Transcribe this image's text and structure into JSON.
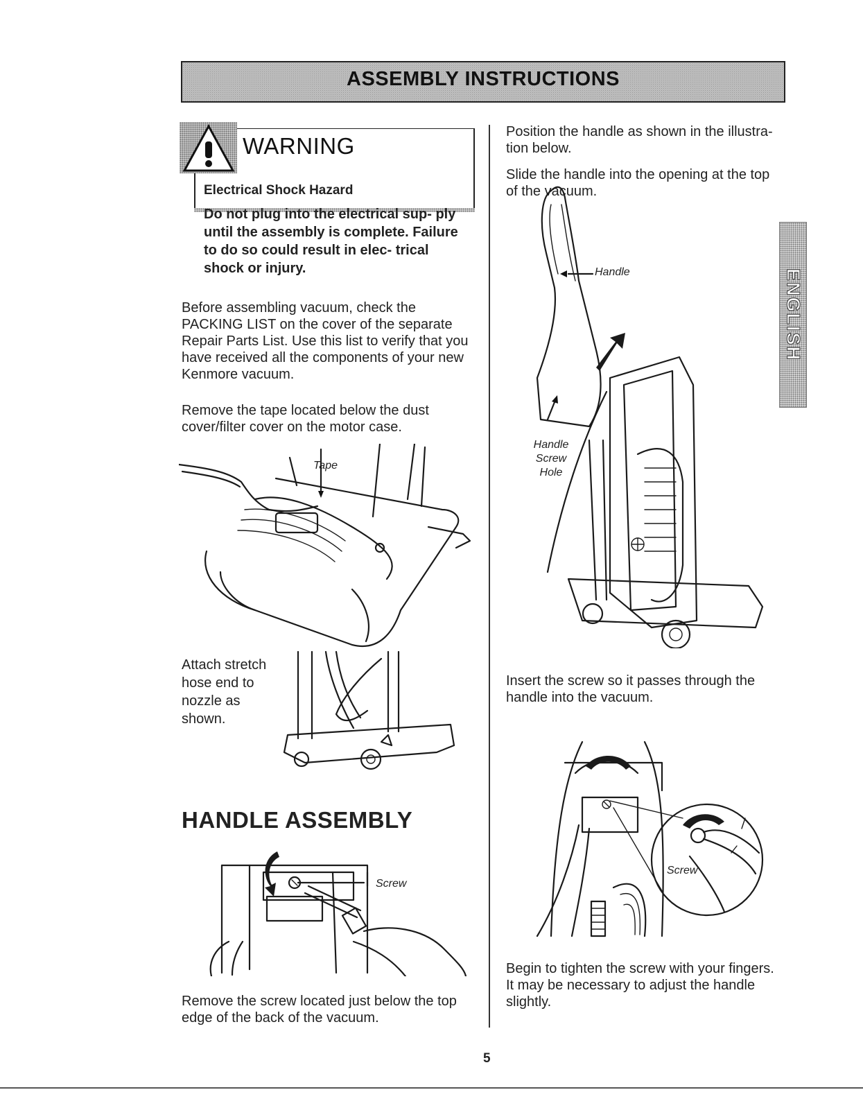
{
  "header": {
    "title": "ASSEMBLY INSTRUCTIONS"
  },
  "warning": {
    "title": "WARNING",
    "subtitle": "Electrical Shock Hazard",
    "body": "Do not plug into the electrical sup- ply until the assembly is complete. Failure to do so could result in elec- trical shock or injury."
  },
  "left": {
    "para1": "Before assembling vacuum, check the PACKING LIST on the cover of the separate Repair Parts List. Use this list to verify that you have received all the components of your new Kenmore vacuum.",
    "para2": "Remove the tape located below the dust cover/filter cover on the motor case.",
    "tape_label": "Tape",
    "attach_text": "Attach stretch hose end to nozzle as shown.",
    "section_heading": "HANDLE ASSEMBLY",
    "screw_label": "Screw",
    "remove_screw_text": "Remove the screw located just below the top edge of the back of the vacuum."
  },
  "right": {
    "para1": "Position the handle as shown in the illustra- tion below.",
    "para2": "Slide the handle into the opening at the top of the vacuum.",
    "handle_label": "Handle",
    "handle_screw_hole_label": "Handle Screw Hole",
    "insert_text": "Insert the screw so it passes through the handle into the vacuum.",
    "screw_label": "Screw",
    "tighten_text": "Begin to tighten the screw with your fingers. It may be necessary to adjust the handle slightly."
  },
  "side_tab": {
    "label": "ENGLISH"
  },
  "footer": {
    "page_number": "5"
  },
  "icons": {
    "warning": "warning-triangle-icon"
  }
}
